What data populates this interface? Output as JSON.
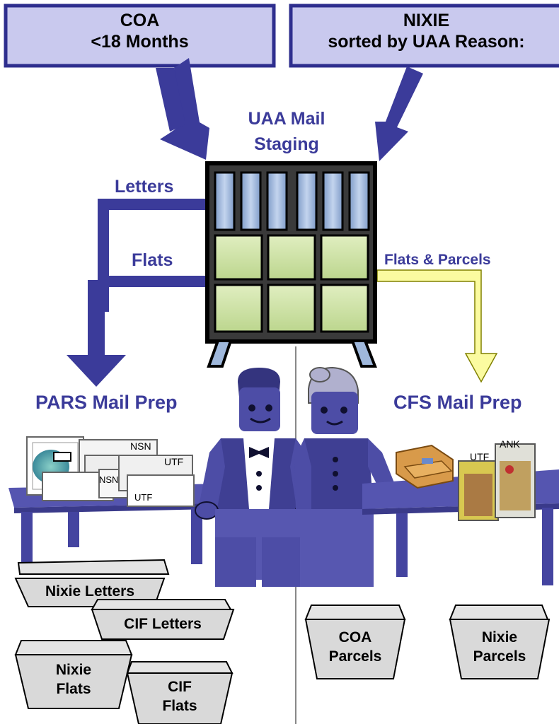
{
  "source_boxes": {
    "coa": {
      "line1": "COA",
      "line2": "<18 Months"
    },
    "nixie": {
      "line1": "NIXIE",
      "line2": "sorted by UAA Reason:"
    }
  },
  "staging": {
    "line1": "UAA Mail",
    "line2": "Staging"
  },
  "flow_labels": {
    "letters": "Letters",
    "flats": "Flats",
    "flats_parcels": "Flats & Parcels"
  },
  "stations": {
    "pars": "PARS Mail Prep",
    "cfs": "CFS Mail Prep"
  },
  "pars_tray_tags": [
    "NSN",
    "UTF",
    "NSN",
    "UTF"
  ],
  "cfs_magazine_tags": [
    "UTF",
    "ANK"
  ],
  "trays": {
    "nixie_letters": "Nixie Letters",
    "cif_letters": "CIF Letters",
    "nixie_flats": {
      "line1": "Nixie",
      "line2": "Flats"
    },
    "cif_flats": {
      "line1": "CIF",
      "line2": "Flats"
    },
    "coa_parcels": {
      "line1": "COA",
      "line2": "Parcels"
    },
    "nixie_parcels": {
      "line1": "Nixie",
      "line2": "Parcels"
    }
  },
  "colors": {
    "box_fill": "#c9c9ee",
    "box_border": "#2e2e8e",
    "arrow_blue": "#3b3b9a",
    "arrow_yellow": "#fbfba0",
    "bin_top": "#9fb8dc",
    "bin_bottom": "#cfe3a6",
    "person": "#4d4da6",
    "table": "#5555b0",
    "tray": "#d9d9d9"
  }
}
